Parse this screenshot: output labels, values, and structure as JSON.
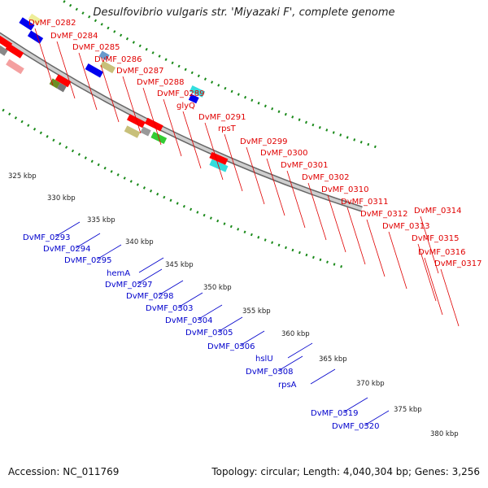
{
  "title": "Desulfovibrio vulgaris str. 'Miyazaki F', complete genome",
  "footer": {
    "accession": "Accession: NC_011769",
    "summary": "Topology: circular; Length: 4,040,304 bp; Genes: 3,256"
  },
  "scale": {
    "ticks": [
      "325 kbp",
      "330 kbp",
      "335 kbp",
      "340 kbp",
      "345 kbp",
      "350 kbp",
      "355 kbp",
      "360 kbp",
      "365 kbp",
      "370 kbp",
      "375 kbp",
      "380 kbp"
    ]
  },
  "genes_forward": [
    "DvMF_0282",
    "DvMF_0284",
    "DvMF_0285",
    "DvMF_0286",
    "DvMF_0287",
    "DvMF_0288",
    "DvMF_0289",
    "glyQ",
    "DvMF_0291",
    "rpsT",
    "DvMF_0299",
    "DvMF_0300",
    "DvMF_0301",
    "DvMF_0302",
    "DvMF_0310",
    "DvMF_0311",
    "DvMF_0312",
    "DvMF_0313",
    "DvMF_0314",
    "DvMF_0315",
    "DvMF_0316",
    "DvMF_0317"
  ],
  "genes_reverse": [
    "DvMF_0293",
    "DvMF_0294",
    "DvMF_0295",
    "hemA",
    "DvMF_0297",
    "DvMF_0298",
    "DvMF_0303",
    "DvMF_0304",
    "DvMF_0305",
    "DvMF_0306",
    "hslU",
    "DvMF_0308",
    "rpsA",
    "DvMF_0319",
    "DvMF_0320"
  ],
  "colors": {
    "forward_label": "#e00000",
    "reverse_label": "#0000cc",
    "forward_gene": "#ff0000",
    "reverse_gene": "#0000ee",
    "backbone": "#999999",
    "dotted_ring": "#1a8a1a"
  }
}
